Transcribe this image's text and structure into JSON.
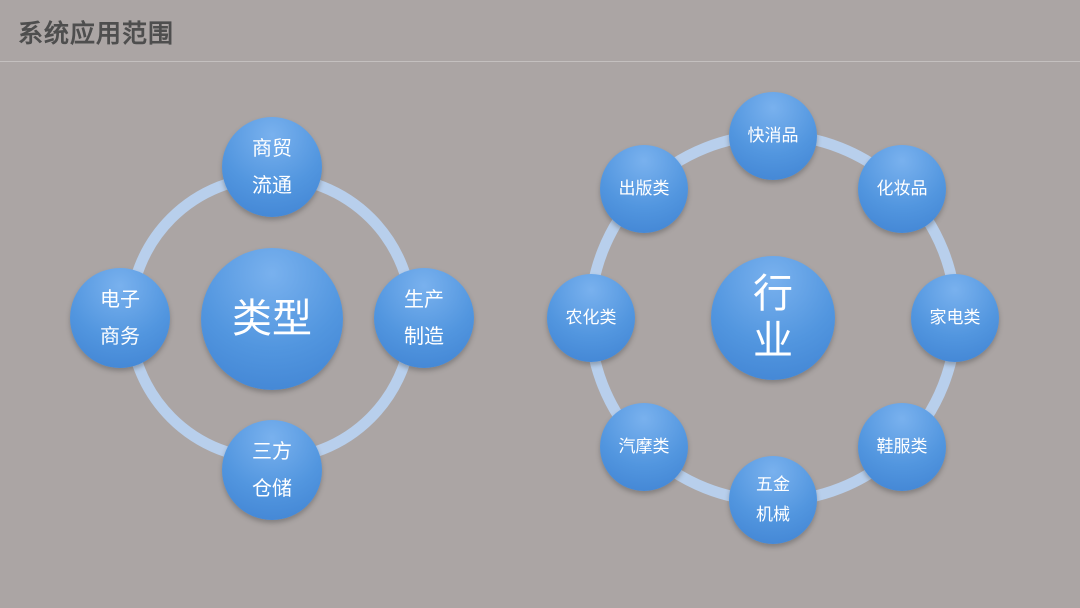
{
  "title": "系统应用范围",
  "colors": {
    "background": "#aba5a4",
    "ring": "#b8cfec",
    "node": "#5296df",
    "node_text": "#ffffff",
    "title_text": "#4e4e4e"
  },
  "type_cluster": {
    "hub": {
      "line1": "类型"
    },
    "top": {
      "line1": "商贸",
      "line2": "流通"
    },
    "right": {
      "line1": "生产",
      "line2": "制造"
    },
    "bottom": {
      "line1": "三方",
      "line2": "仓储"
    },
    "left": {
      "line1": "电子",
      "line2": "商务"
    }
  },
  "industry_cluster": {
    "hub": {
      "line1": "行",
      "line2": "业"
    },
    "top": {
      "line1": "快消品"
    },
    "top_right": {
      "line1": "化妆品"
    },
    "right": {
      "line1": "家电类"
    },
    "bottom_right": {
      "line1": "鞋服类"
    },
    "bottom": {
      "line1": "五金",
      "line2": "机械"
    },
    "bottom_left": {
      "line1": "汽摩类"
    },
    "left": {
      "line1": "农化类"
    },
    "top_left": {
      "line1": "出版类"
    }
  }
}
